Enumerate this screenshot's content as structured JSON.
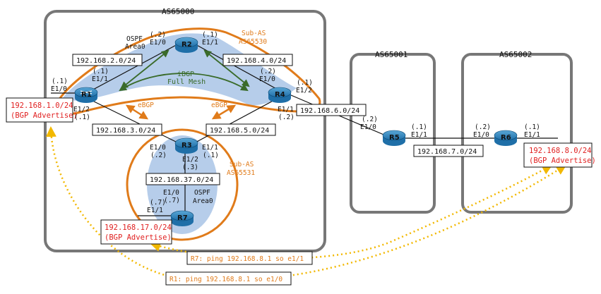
{
  "as": {
    "as65000": "AS65000",
    "as65001": "AS65001",
    "as65002": "AS65002",
    "sub_as_top": [
      "Sub-AS",
      "AS65530"
    ],
    "sub_as_bottom": [
      "Sub-AS",
      "AS65531"
    ]
  },
  "ospf": {
    "top": [
      "OSPF",
      "Area0"
    ],
    "bottom": [
      "OSPF",
      "Area0"
    ]
  },
  "ibgp": [
    "iBGP",
    "Full Mesh"
  ],
  "ebgp": [
    "eBGP",
    "eBGP"
  ],
  "routers": {
    "r1": "R1",
    "r2": "R2",
    "r3": "R3",
    "r4": "R4",
    "r5": "R5",
    "r6": "R6",
    "r7": "R7"
  },
  "subnets": {
    "s2": "192.168.2.0/24",
    "s4": "192.168.4.0/24",
    "s3": "192.168.3.0/24",
    "s5": "192.168.5.0/24",
    "s6": "192.168.6.0/24",
    "s7": "192.168.7.0/24",
    "s37": "192.168.37.0/24"
  },
  "advertised": {
    "a1": [
      "192.168.1.0/24",
      "(BGP Advertise)"
    ],
    "a8": [
      "192.168.8.0/24",
      "(BGP Advertise)"
    ],
    "a17": [
      "192.168.17.0/24",
      "(BGP Advertise)"
    ]
  },
  "interfaces": {
    "r1_left": [
      "(.1)",
      "E1/0"
    ],
    "r1_top": [
      "(.1)",
      "E1/1"
    ],
    "r1_bottom": [
      "E1/2",
      "(.1)"
    ],
    "r2_left": [
      "(.2)",
      "E1/0"
    ],
    "r2_right": [
      "(.1)",
      "E1/1"
    ],
    "r4_left": [
      "(.2)",
      "E1/0"
    ],
    "r4_right": [
      "(.1)",
      "E1/2"
    ],
    "r4_bottom": [
      "E1/1",
      "(.2)"
    ],
    "r3_left": [
      "E1/0",
      "(.2)"
    ],
    "r3_right": [
      "E1/1",
      "(.1)"
    ],
    "r3_bottom": [
      "E1/2",
      "(.3)"
    ],
    "r7_top": [
      "E1/0",
      "(.7)"
    ],
    "r7_left": [
      "(.7)",
      "E1/1"
    ],
    "r5_left": [
      "(.2)",
      "E1/0"
    ],
    "r5_right": [
      "(.1)",
      "E1/1"
    ],
    "r6_left": [
      "(.2)",
      "E1/0"
    ],
    "r6_right": [
      "(.1)",
      "E1/1"
    ]
  },
  "pings": {
    "r7": "R7: ping 192.168.8.1 so e1/1",
    "r1": "R1: ping 192.168.8.1 so e1/0"
  },
  "colors": {
    "as_border": "#777777",
    "sub_as": "#e07b1a",
    "ospf_fill": "#a9c4e6",
    "router": "#1f6fa8",
    "advertise_text": "#e02020",
    "ibgp_arrow": "#3a6b2a",
    "ping_arrow": "#f2b800"
  }
}
